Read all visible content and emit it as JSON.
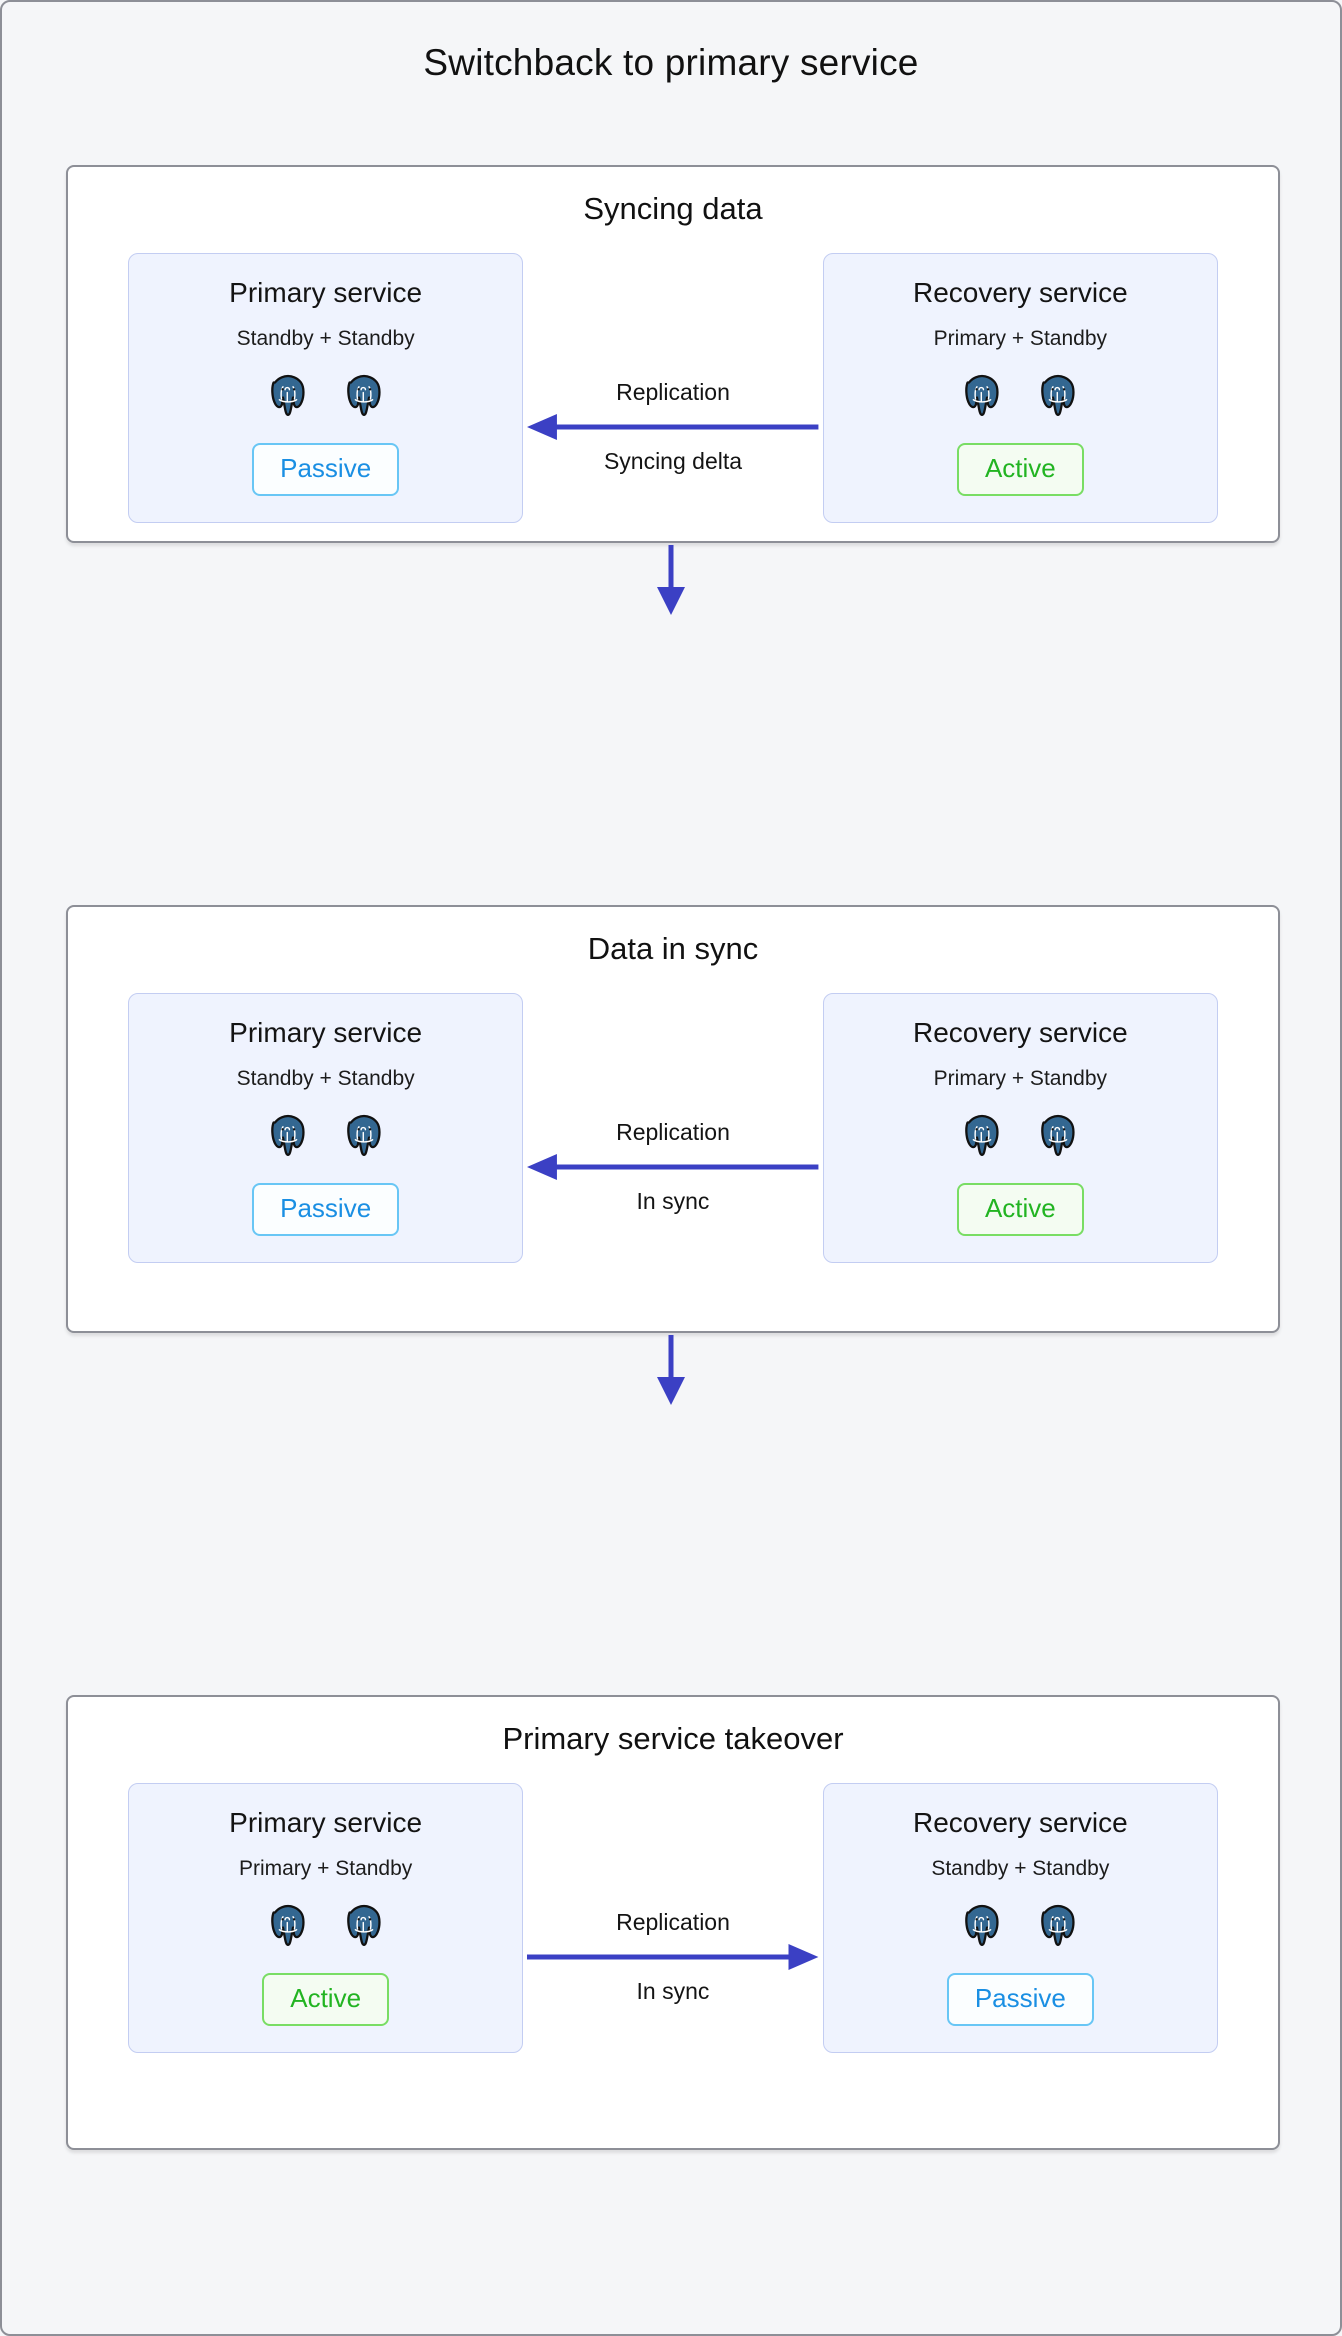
{
  "title": "Switchback to primary service",
  "colors": {
    "arrow": "#3b40c4",
    "active_text": "#22b422",
    "active_border": "#79dd64",
    "passive_text": "#1a8fe3",
    "passive_border": "#68c6f5",
    "card_bg": "#eff3fe",
    "card_border": "#c3cdf2",
    "panel_border": "#8d8f97",
    "page_bg": "#f5f6f8",
    "pg_elephant": "#336791"
  },
  "stages": [
    {
      "title": "Syncing data",
      "left": {
        "name": "Primary service",
        "role": "Standby + Standby",
        "nodes": [
          "postgres-elephant-icon",
          "postgres-elephant-icon"
        ],
        "badge": "Passive",
        "badge_state": "passive"
      },
      "right": {
        "name": "Recovery service",
        "role": "Primary + Standby",
        "nodes": [
          "postgres-elephant-icon",
          "postgres-elephant-icon"
        ],
        "badge": "Active",
        "badge_state": "active"
      },
      "replication": {
        "top_label": "Replication",
        "bottom_label": "Syncing delta",
        "direction": "left"
      }
    },
    {
      "title": "Data in sync",
      "left": {
        "name": "Primary service",
        "role": "Standby + Standby",
        "nodes": [
          "postgres-elephant-icon",
          "postgres-elephant-icon"
        ],
        "badge": "Passive",
        "badge_state": "passive"
      },
      "right": {
        "name": "Recovery service",
        "role": "Primary + Standby",
        "nodes": [
          "postgres-elephant-icon",
          "postgres-elephant-icon"
        ],
        "badge": "Active",
        "badge_state": "active"
      },
      "replication": {
        "top_label": "Replication",
        "bottom_label": "In sync",
        "direction": "left"
      }
    },
    {
      "title": "Primary service takeover",
      "left": {
        "name": "Primary service",
        "role": "Primary + Standby",
        "nodes": [
          "postgres-elephant-icon",
          "postgres-elephant-icon"
        ],
        "badge": "Active",
        "badge_state": "active"
      },
      "right": {
        "name": "Recovery service",
        "role": "Standby + Standby",
        "nodes": [
          "postgres-elephant-icon",
          "postgres-elephant-icon"
        ],
        "badge": "Passive",
        "badge_state": "passive"
      },
      "replication": {
        "top_label": "Replication",
        "bottom_label": "In sync",
        "direction": "right"
      }
    }
  ],
  "connectors": [
    {
      "icon": "arrow-down-icon"
    },
    {
      "icon": "arrow-down-icon"
    }
  ]
}
